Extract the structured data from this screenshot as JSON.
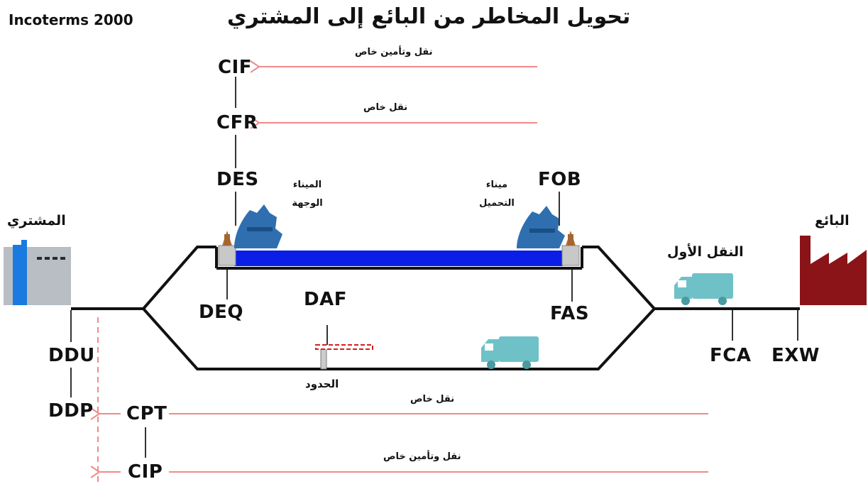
{
  "header": {
    "incoterms_label": "Incoterms 2000",
    "title": "تحويل المخاطر من البائع إلى المشتري"
  },
  "parties": {
    "buyer": "المشتري",
    "seller": "البائع"
  },
  "places": {
    "dest_port": "الميناء الوجهة",
    "load_port": "ميناء التحميل",
    "first_carrier": "النقل الأول",
    "border": "الحدود"
  },
  "terms": {
    "cif": "CIF",
    "cfr": "CFR",
    "des": "DES",
    "fob": "FOB",
    "deq": "DEQ",
    "daf": "DAF",
    "fas": "FAS",
    "fca": "FCA",
    "exw": "EXW",
    "ddu": "DDU",
    "ddp": "DDP",
    "cpt": "CPT",
    "cip": "CIP"
  },
  "arrow_labels": {
    "cif": "نقل وتأمين خاص",
    "cfr": "نقل خاص",
    "cpt": "نقل خاص",
    "cip": "نقل وتأمين خاص"
  },
  "colors": {
    "route_line": "#111111",
    "cost_arrow": "#f08a8a",
    "sea_lane": "#0a1ee8",
    "ship": "#2f6fb0",
    "truck": "#6fc1c8",
    "seller_factory": "#8a1418",
    "buyer_building_gray": "#b8bec4",
    "buyer_building_blue": "#1a7ae0",
    "border_barrier_red": "#d02020",
    "port_post": "#c8c8c8"
  },
  "icons": [
    "factory-icon",
    "building-icon",
    "ship-icon",
    "truck-icon",
    "barrier-icon",
    "port-bollard-icon"
  ]
}
